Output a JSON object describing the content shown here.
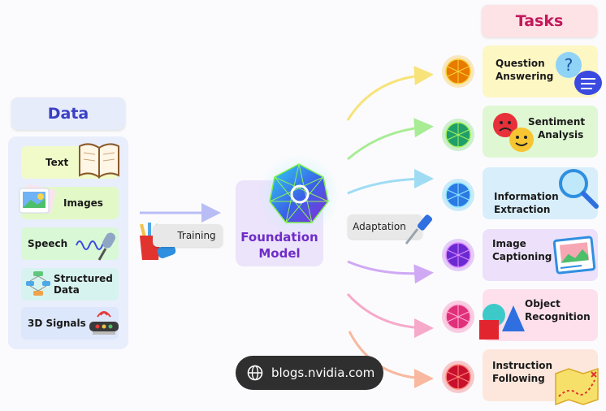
{
  "data_section": {
    "title": "Data",
    "items": [
      "Text",
      "Images",
      "Speech",
      "Structured Data",
      "3D Signals"
    ]
  },
  "training_label": "Training",
  "foundation_model": {
    "line1": "Foundation",
    "line2": "Model"
  },
  "adaptation_label": "Adaptation",
  "tasks_section": {
    "title": "Tasks",
    "items": [
      {
        "line1": "Question",
        "line2": "Answering",
        "color": "#fdf7c4",
        "orb": "#f2a900"
      },
      {
        "line1": "Sentiment",
        "line2": "Analysis",
        "color": "#dff7d3",
        "orb": "#3ecb3e"
      },
      {
        "line1": "Information",
        "line2": "Extraction",
        "color": "#d8eefb",
        "orb": "#2fb6f0"
      },
      {
        "line1": "Image",
        "line2": "Captioning",
        "color": "#ece0fb",
        "orb": "#9b3ee6"
      },
      {
        "line1": "Object",
        "line2": "Recognition",
        "color": "#fde0ec",
        "orb": "#ef3f8f"
      },
      {
        "line1": "Instruction",
        "line2": "Following",
        "color": "#fde7dc",
        "orb": "#e8303a"
      }
    ]
  },
  "watermark": "blogs.nvidia.com",
  "colors": {
    "data_accent": "#3a3fc4",
    "model_accent": "#6e2cc6",
    "tasks_accent": "#c2185b"
  }
}
